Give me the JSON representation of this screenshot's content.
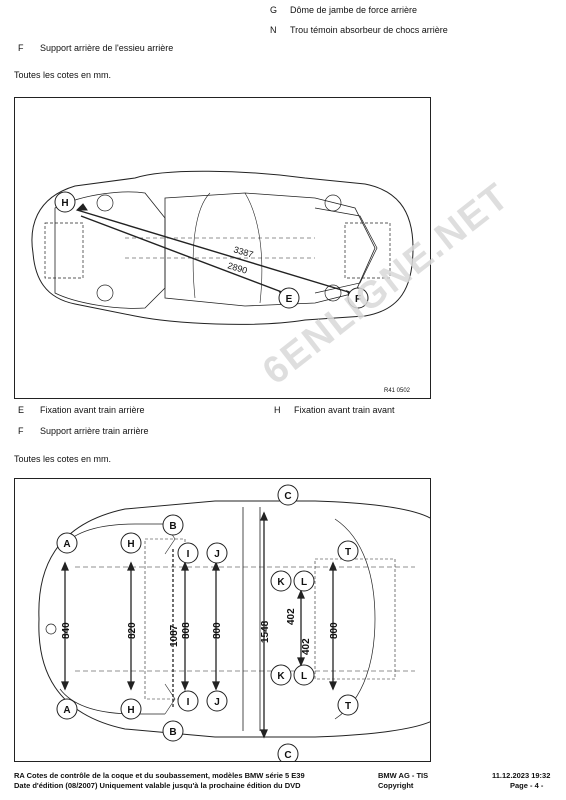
{
  "legend_top": {
    "G": {
      "letter": "G",
      "text": "Dôme de jambe de force arrière"
    },
    "N": {
      "letter": "N",
      "text": "Trou témoin absorbeur de chocs arrière"
    },
    "F": {
      "letter": "F",
      "text": "Support arrière de l'essieu arrière"
    }
  },
  "note1": "Toutes les cotes en mm.",
  "fig1": {
    "ref": "R41 0502",
    "labels": {
      "H": "H",
      "E": "E",
      "F": "F"
    },
    "dims": {
      "d1": "3387",
      "d2": "2890"
    }
  },
  "legend_mid": {
    "E": {
      "letter": "E",
      "text": "Fixation avant train arrière"
    },
    "H": {
      "letter": "H",
      "text": "Fixation avant train avant"
    },
    "F": {
      "letter": "F",
      "text": "Support arrière train arrière"
    }
  },
  "note2": "Toutes les cotes en mm.",
  "fig2": {
    "labels": {
      "A": "A",
      "H": "H",
      "B": "B",
      "I": "I",
      "J": "J",
      "C": "C",
      "K": "K",
      "L": "L",
      "T": "T"
    },
    "dims": {
      "d840": "840",
      "d820": "820",
      "d1087": "1087",
      "d808": "808",
      "d800a": "800",
      "d1548": "1548",
      "d402a": "402",
      "d402b": "402",
      "d800b": "800"
    }
  },
  "watermark": "6ENLIGNE.NET",
  "footer": {
    "title": "RA  Cotes de contrôle de la coque et du soubassement, modèles BMW série 5 E39",
    "edition": "Date d'édition (08/2007) Uniquement valable jusqu'à la prochaine édition du DVD",
    "brand": "BMW AG - TIS",
    "copyright": "Copyright",
    "date": "11.12.2023  19:32",
    "page": "Page  - 4 -"
  }
}
